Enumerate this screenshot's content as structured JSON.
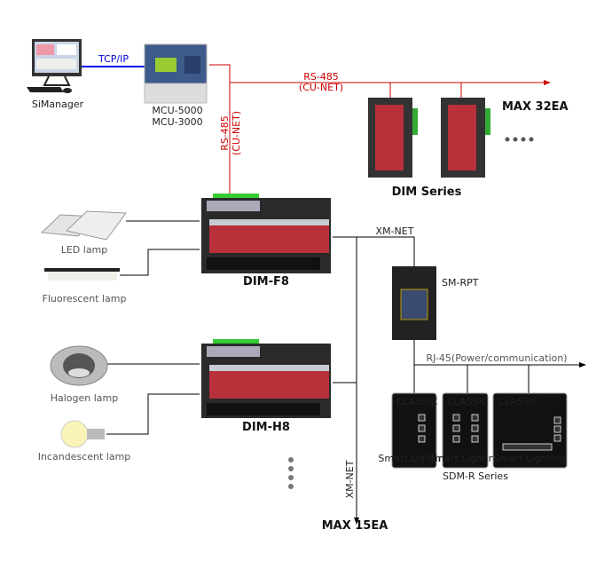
{
  "colors": {
    "cu_net": "#cc0000",
    "tcp_ip": "#0000ee",
    "xm_net": "#000000",
    "dim_module": "#b8303a"
  },
  "labels": {
    "simanager": "SiManager",
    "tcp_ip": "TCP/IP",
    "mcu_1": "MCU-5000",
    "mcu_2": "MCU-3000",
    "rs485_h": "RS-485",
    "cunet_h": "(CU-NET)",
    "rs485_v": "RS-485",
    "cunet_v": "(CU-NET)",
    "max32": "MAX 32EA",
    "dim_series": "DIM Series",
    "dim_f8": "DIM-F8",
    "dim_h8": "DIM-H8",
    "led": "LED lamp",
    "fluorescent": "Fluorescent lamp",
    "halogen": "Halogen lamp",
    "incandescent": "Incandescent lamp",
    "xmnet_h": "XM-NET",
    "xmnet_v": "XM-NET",
    "max15": "MAX 15EA",
    "smrpt": "SM-RPT",
    "rj45": "RJ-45(Power/communication)",
    "sdmr": "SDM-R Series",
    "panel_brand": "CLASSIC",
    "panel_tag": "Smart Lighting"
  }
}
